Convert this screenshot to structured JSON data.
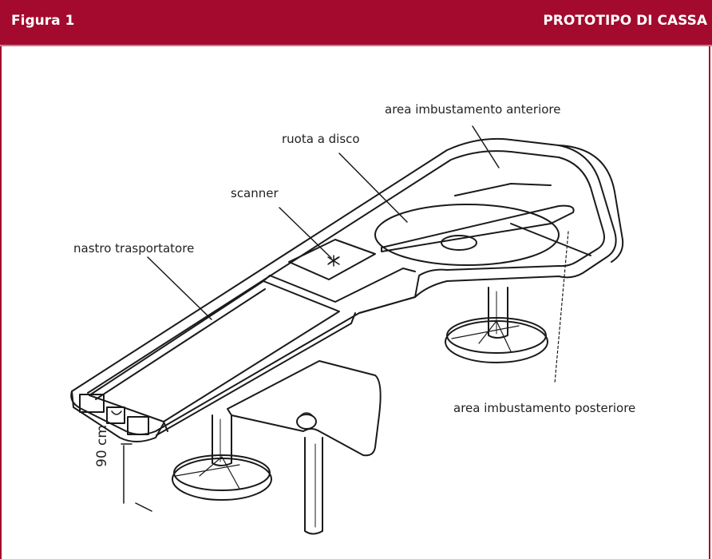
{
  "header": {
    "figure_label": "Figura 1",
    "title": "PROTOTIPO DI CASSA"
  },
  "labels": {
    "front_bagging": "area imbustamento anteriore",
    "disc_wheel": "ruota a disco",
    "scanner": "scanner",
    "conveyor": "nastro trasportatore",
    "rear_bagging": "area imbustamento posteriore",
    "height": "90 cm"
  },
  "colors": {
    "accent": "#a30a2e"
  }
}
